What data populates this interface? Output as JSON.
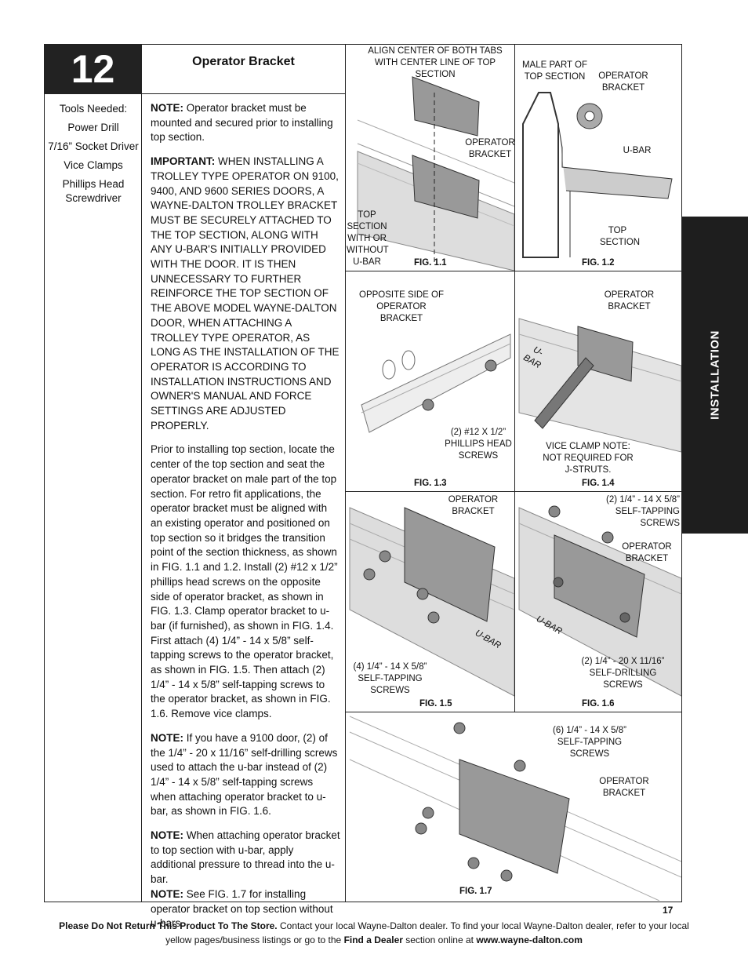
{
  "step": {
    "number": "12",
    "title": "Operator Bracket"
  },
  "tools": {
    "heading": "Tools Needed:",
    "items": [
      "Power Drill",
      "7/16” Socket Driver",
      "Vice Clamps",
      "Phillips Head Screwdriver"
    ]
  },
  "body": {
    "note1_label": "NOTE:",
    "note1_text": " Operator bracket must be mounted and secured prior to installing top section.",
    "important_label": "IMPORTANT:",
    "important_text": " WHEN INSTALLING A TROLLEY TYPE OPERATOR ON 9100, 9400, AND 9600 SERIES DOORS, A WAYNE-DALTON TROLLEY BRACKET MUST BE SECURELY ATTACHED TO THE TOP SECTION, ALONG WITH ANY U-BAR'S INITIALLY PROVIDED WITH THE DOOR. IT IS THEN UNNECESSARY TO FURTHER REINFORCE THE TOP SECTION OF THE ABOVE MODEL WAYNE-DALTON DOOR, WHEN ATTACHING A TROLLEY TYPE OPERATOR, AS LONG AS THE INSTALLATION OF THE OPERATOR IS ACCORDING TO INSTALLATION INSTRUCTIONS AND OWNER'S MANUAL AND FORCE SETTINGS ARE ADJUSTED PROPERLY.",
    "para": "Prior to installing top section, locate the center of the top section and seat the operator bracket on male part of the top section. For retro fit applications, the operator bracket must be aligned with an existing operator and positioned on top section so it bridges the transition point of the section thickness, as shown in FIG. 1.1 and 1.2. Install (2) #12 x 1/2” phillips head screws on the opposite side of operator bracket, as shown in FIG. 1.3. Clamp operator bracket to u-bar (if furnished), as shown in FIG. 1.4. First attach (4) 1/4” - 14 x 5/8” self-tapping screws to the operator bracket, as shown in FIG. 1.5. Then attach (2) 1/4” - 14 x 5/8” self-tapping screws to the operator bracket, as shown in FIG. 1.6. Remove vice clamps.",
    "note2_label": "NOTE:",
    "note2_text": " If you have a 9100 door, (2) of the 1/4” - 20 x 11/16” self-drilling screws used to attach the u-bar instead of (2) 1/4” - 14 x 5/8” self-tapping screws when attaching operator bracket to u-bar, as shown in FIG. 1.6.",
    "note3_label": "NOTE:",
    "note3_text": " When attaching operator bracket to top section with u-bar, apply additional pressure to thread into the u-bar.",
    "note4_label": "NOTE:",
    "note4_text": " See FIG. 1.7 for installing operator bracket on top section without u-bars."
  },
  "side_tab": "INSTALLATION",
  "figures": {
    "f11": {
      "caption": "FIG. 1.1",
      "align": "ALIGN CENTER OF BOTH TABS WITH CENTER LINE OF TOP SECTION",
      "bracket": "OPERATOR BRACKET",
      "top": "TOP SECTION WITH OR WITHOUT U-BAR"
    },
    "f12": {
      "caption": "FIG. 1.2",
      "male": "MALE PART OF TOP SECTION",
      "bracket": "OPERATOR BRACKET",
      "ubar": "U-BAR",
      "top": "TOP SECTION"
    },
    "f13": {
      "caption": "FIG. 1.3",
      "opposite": "OPPOSITE SIDE OF OPERATOR BRACKET",
      "screws": "(2) #12 X 1/2” PHILLIPS HEAD SCREWS"
    },
    "f14": {
      "caption": "FIG. 1.4",
      "bracket": "OPERATOR BRACKET",
      "ubar": "U-BAR",
      "clamp": "VICE CLAMP NOTE: NOT REQUIRED FOR J-STRUTS."
    },
    "f15": {
      "caption": "FIG. 1.5",
      "bracket": "OPERATOR BRACKET",
      "screws": "(4) 1/4” - 14 X 5/8” SELF-TAPPING SCREWS",
      "ubar": "U-BAR"
    },
    "f16": {
      "caption": "FIG. 1.6",
      "tapping": "(2) 1/4” - 14 X 5/8” SELF-TAPPING SCREWS",
      "bracket": "OPERATOR BRACKET",
      "ubar": "U-BAR",
      "drilling": "(2) 1/4” - 20 X 11/16” SELF-DRILLING SCREWS"
    },
    "f17": {
      "caption": "FIG. 1.7",
      "screws": "(6) 1/4” - 14 X 5/8” SELF-TAPPING SCREWS",
      "bracket": "OPERATOR BRACKET"
    }
  },
  "page_number": "17",
  "footer": {
    "bold1": "Please Do Not Return This Product To The Store.",
    "text1": " Contact your local Wayne-Dalton dealer. To find your local Wayne-Dalton dealer, refer to your local yellow pages/business listings or go to the ",
    "bold2": "Find a Dealer",
    "text2": " section online at ",
    "bold3": "www.wayne-dalton.com"
  }
}
